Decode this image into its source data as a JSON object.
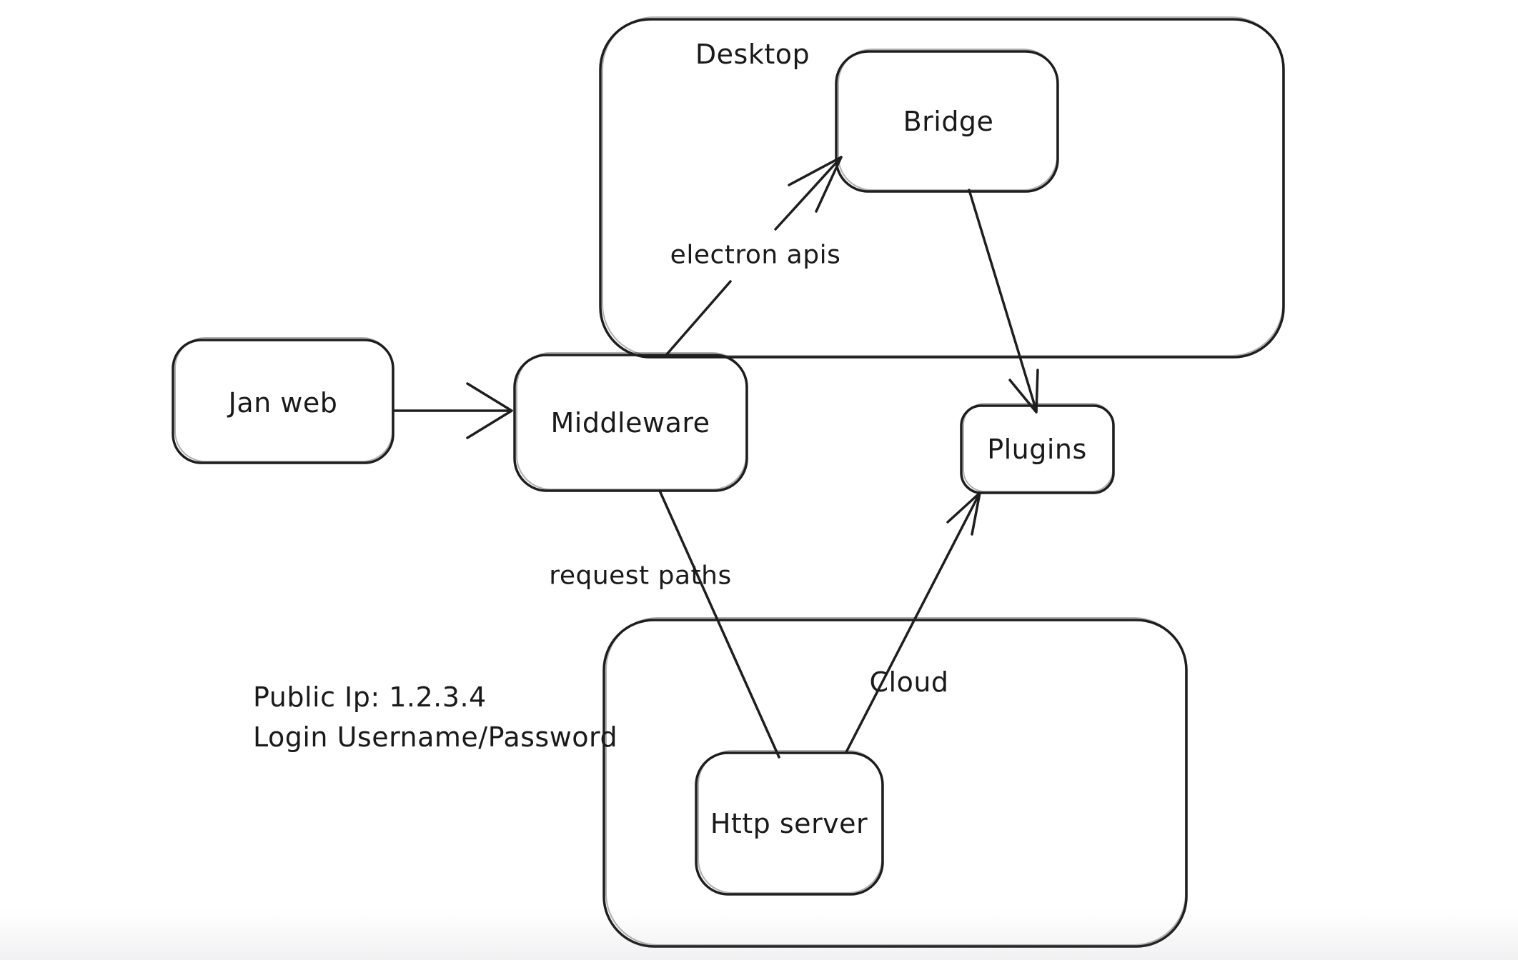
{
  "canvas": {
    "background": "#ffffff",
    "stroke_color": "#1e1e1e",
    "text_color": "#1a1a1a"
  },
  "containers": {
    "desktop": {
      "label": "Desktop"
    },
    "cloud": {
      "label": "Cloud"
    }
  },
  "nodes": {
    "jan_web": {
      "label": "Jan web"
    },
    "middleware": {
      "label": "Middleware"
    },
    "bridge": {
      "label": "Bridge"
    },
    "plugins": {
      "label": "Plugins"
    },
    "http_server": {
      "label": "Http server"
    }
  },
  "edges": [
    {
      "from": "Jan web",
      "to": "Middleware",
      "label": "",
      "arrowhead": "end"
    },
    {
      "from": "Middleware",
      "to": "Bridge",
      "label": "electron apis",
      "arrowhead": "end"
    },
    {
      "from": "Bridge",
      "to": "Plugins",
      "label": "",
      "arrowhead": "end"
    },
    {
      "from": "Middleware",
      "to": "Http server",
      "label": "request paths",
      "arrowhead": "none"
    },
    {
      "from": "Http server",
      "to": "Plugins",
      "label": "",
      "arrowhead": "end"
    }
  ],
  "annotation": {
    "line1": "Public Ip: 1.2.3.4",
    "line2": "Login Username/Password"
  }
}
